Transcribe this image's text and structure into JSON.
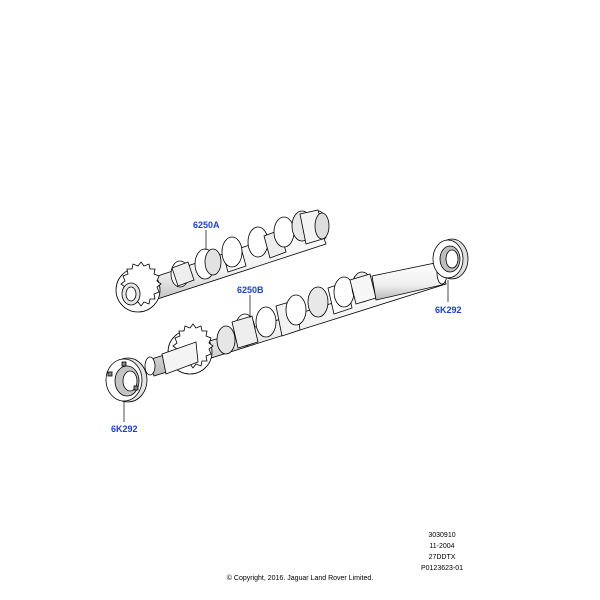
{
  "callouts": {
    "camshaft_a": "6250A",
    "camshaft_b": "6250B",
    "seal_right": "6K292",
    "seal_left": "6K292"
  },
  "drawing_info": {
    "line1": "3030910",
    "line2": "11-2004",
    "line3": "27DDTX",
    "line4": "P0123623-01"
  },
  "copyright": "© Copyright, 2016. Jaguar Land Rover Limited.",
  "colors": {
    "callout": "#1a3fd8",
    "line": "#000000",
    "fill": "#ffffff",
    "shade": "#cfcfcf"
  }
}
